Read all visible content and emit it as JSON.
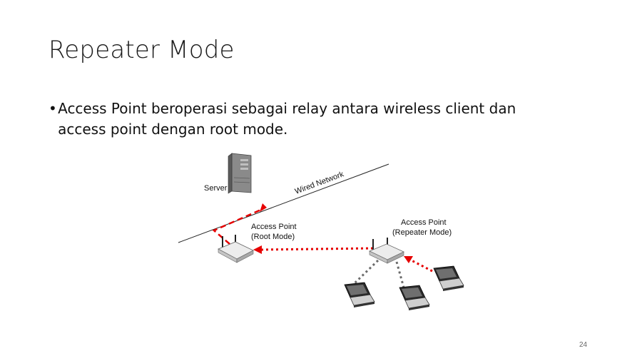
{
  "slide": {
    "title": "Repeater Mode",
    "bullet": "Access Point beroperasi sebagai relay antara wireless client dan access point dengan root mode.",
    "page_number": "24"
  },
  "diagram": {
    "server_label": "Server",
    "wired_network_label": "Wired Network",
    "root_ap_label_line1": "Access Point",
    "root_ap_label_line2": "(Root Mode)",
    "repeater_ap_label_line1": "Access Point",
    "repeater_ap_label_line2": "(Repeater Mode)",
    "colors": {
      "link_red": "#e60000",
      "link_grey": "#6b6b6b",
      "device_body": "#e6e6e6"
    }
  }
}
